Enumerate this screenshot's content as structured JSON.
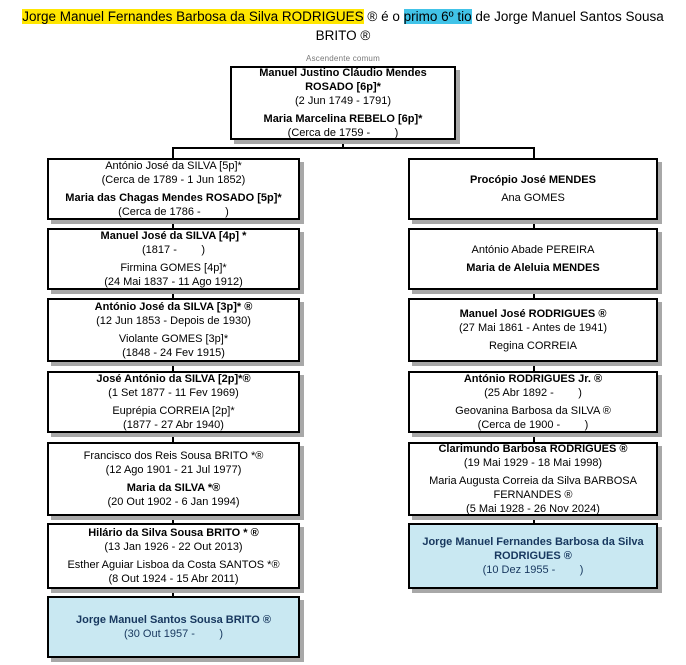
{
  "title": {
    "segments": [
      {
        "text": "Jorge Manuel Fernandes Barbosa da Silva RODRIGUES",
        "highlight": "yellow"
      },
      {
        "text": " ® é o ",
        "highlight": "none"
      },
      {
        "text": "primo 6º tio",
        "highlight": "blue"
      },
      {
        "text": " de Jorge Manuel Santos Sousa BRITO ®",
        "highlight": "none"
      }
    ]
  },
  "common_ancestor_label": "Ascendente comum",
  "colors": {
    "highlight_yellow": "#ffe600",
    "highlight_blue": "#41c3e8",
    "subject_box_bg": "#c9e8f2",
    "subject_box_text": "#17375e",
    "box_border": "#000000",
    "box_shadow": "#a8a8a8"
  },
  "boxes": [
    {
      "id": "common-ancestor",
      "highlighted": false,
      "lines": [
        {
          "text": "Manuel Justino Cláudio Mendes ROSADO [6p]*",
          "bold": true
        },
        {
          "text": "(2 Jun 1749 - 1791)",
          "bold": false
        },
        {
          "text": "Maria Marcelina REBELO [6p]*",
          "bold": true
        },
        {
          "text": "(Cerca de 1759 -        )",
          "bold": false
        }
      ]
    },
    {
      "id": "left-gen5",
      "highlighted": false,
      "lines": [
        {
          "text": "António José da SILVA [5p]*",
          "bold": false
        },
        {
          "text": "(Cerca de 1789 - 1 Jun 1852)",
          "bold": false
        },
        {
          "text": "Maria das Chagas Mendes ROSADO [5p]*",
          "bold": true
        },
        {
          "text": "(Cerca de 1786 -        )",
          "bold": false
        }
      ]
    },
    {
      "id": "right-gen5",
      "highlighted": false,
      "lines": [
        {
          "text": "Procópio José MENDES",
          "bold": true
        },
        {
          "text": "Ana GOMES",
          "bold": false
        }
      ]
    },
    {
      "id": "left-gen4",
      "highlighted": false,
      "lines": [
        {
          "text": "Manuel José da SILVA [4p] *",
          "bold": true
        },
        {
          "text": "(1817 -        )",
          "bold": false
        },
        {
          "text": "Firmina GOMES [4p]*",
          "bold": false
        },
        {
          "text": "(24 Mai 1837 - 11 Ago 1912)",
          "bold": false
        }
      ]
    },
    {
      "id": "right-gen4",
      "highlighted": false,
      "lines": [
        {
          "text": "António Abade PEREIRA",
          "bold": false
        },
        {
          "text": "Maria de Aleluia MENDES",
          "bold": true
        }
      ]
    },
    {
      "id": "left-gen3",
      "highlighted": false,
      "lines": [
        {
          "text": "António José da SILVA [3p]* ®",
          "bold": true
        },
        {
          "text": "(12 Jun 1853 - Depois de 1930)",
          "bold": false
        },
        {
          "text": "Violante GOMES [3p]*",
          "bold": false
        },
        {
          "text": "(1848 - 24 Fev 1915)",
          "bold": false
        }
      ]
    },
    {
      "id": "right-gen3",
      "highlighted": false,
      "lines": [
        {
          "text": "Manuel José RODRIGUES ®",
          "bold": true
        },
        {
          "text": "(27 Mai 1861 - Antes de 1941)",
          "bold": false
        },
        {
          "text": "Regina CORREIA",
          "bold": false
        }
      ]
    },
    {
      "id": "left-gen2",
      "highlighted": false,
      "lines": [
        {
          "text": "José António da SILVA [2p]*®",
          "bold": true
        },
        {
          "text": "(1 Set 1877 - 11 Fev 1969)",
          "bold": false
        },
        {
          "text": "Euprépia CORREIA [2p]*",
          "bold": false
        },
        {
          "text": "(1877 - 27 Abr 1940)",
          "bold": false
        }
      ]
    },
    {
      "id": "right-gen2",
      "highlighted": false,
      "lines": [
        {
          "text": "António RODRIGUES Jr. ®",
          "bold": true
        },
        {
          "text": "(25 Abr 1892 -        )",
          "bold": false
        },
        {
          "text": "Geovanina Barbosa da SILVA ®",
          "bold": false
        },
        {
          "text": "(Cerca de 1900 -        )",
          "bold": false
        }
      ]
    },
    {
      "id": "left-gen1",
      "highlighted": false,
      "lines": [
        {
          "text": "Francisco dos Reis Sousa BRITO *®",
          "bold": false
        },
        {
          "text": "(12 Ago 1901 - 21 Jul 1977)",
          "bold": false
        },
        {
          "text": "Maria da SILVA *®",
          "bold": true
        },
        {
          "text": "(20 Out 1902 - 6 Jan 1994)",
          "bold": false
        }
      ]
    },
    {
      "id": "right-gen1",
      "highlighted": false,
      "lines": [
        {
          "text": "Clarimundo Barbosa RODRIGUES ®",
          "bold": true
        },
        {
          "text": "(19 Mai 1929 - 18 Mai 1998)",
          "bold": false
        },
        {
          "text": "Maria Augusta Correia da Silva BARBOSA FERNANDES ®",
          "bold": false
        },
        {
          "text": "(5 Mai 1928 - 26 Nov 2024)",
          "bold": false
        }
      ]
    },
    {
      "id": "left-parents",
      "highlighted": false,
      "lines": [
        {
          "text": "Hilário da Silva Sousa BRITO * ®",
          "bold": true
        },
        {
          "text": "(13 Jan 1926 - 22 Out 2013)",
          "bold": false
        },
        {
          "text": "Esther Aguiar Lisboa da Costa SANTOS *®",
          "bold": false
        },
        {
          "text": "(8 Out 1924 - 15 Abr 2011)",
          "bold": false
        }
      ]
    },
    {
      "id": "subject-rodrigues",
      "highlighted": true,
      "lines": [
        {
          "text": "Jorge Manuel Fernandes Barbosa da Silva RODRIGUES ®",
          "bold": true
        },
        {
          "text": "(10 Dez 1955 -        )",
          "bold": false
        }
      ]
    },
    {
      "id": "subject-brito",
      "highlighted": true,
      "lines": [
        {
          "text": "Jorge Manuel Santos Sousa BRITO ®",
          "bold": true
        },
        {
          "text": "(30 Out 1957 -        )",
          "bold": false
        }
      ]
    }
  ]
}
